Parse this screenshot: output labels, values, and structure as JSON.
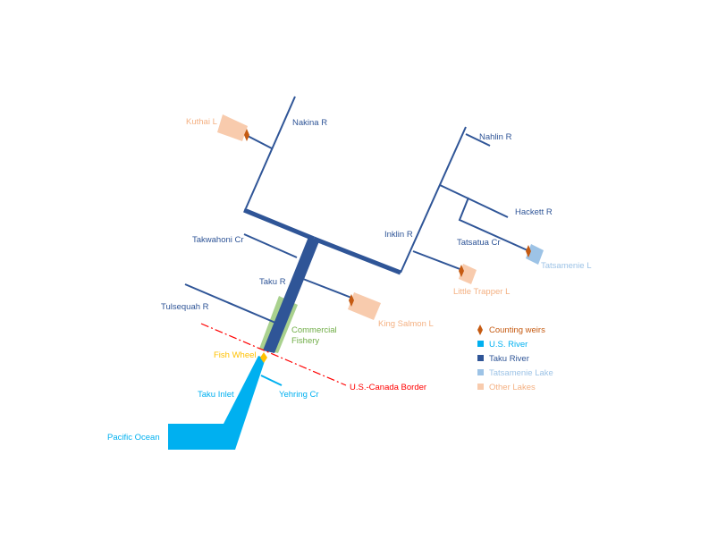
{
  "colors": {
    "taku_river": "#2f5597",
    "us_river": "#00b0f0",
    "tatsamenie_lake": "#9dc3e6",
    "other_lakes": "#f8cbad",
    "weir": "#c55a11",
    "fishery": "#a9d18e",
    "fishery_text": "#70ad47",
    "fish_wheel": "#ffc000",
    "border": "#ff0000"
  },
  "labels": {
    "nakina": "Nakina R",
    "kuthai": "Kuthai L",
    "nahlin": "Nahlin R",
    "hackett": "Hackett R",
    "inklin": "Inklin R",
    "tatsatua": "Tatsatua Cr",
    "tatsamenie": "Tatsamenie L",
    "little_trapper": "Little Trapper L",
    "takwahoni": "Takwahoni Cr",
    "taku": "Taku R",
    "tulsequah": "Tulsequah R",
    "king_salmon": "King Salmon L",
    "fishery_1": "Commercial",
    "fishery_2": "Fishery",
    "fish_wheel": "Fish Wheel",
    "border": "U.S.-Canada Border",
    "taku_inlet": "Taku Inlet",
    "yehring": "Yehring Cr",
    "pacific": "Pacific Ocean"
  },
  "legend": {
    "items": [
      {
        "label": "Counting weirs",
        "swatch": "weir"
      },
      {
        "label": "U.S. River",
        "swatch": "us_river"
      },
      {
        "label": "Taku River",
        "swatch": "taku_river"
      },
      {
        "label": "Tatsamenie Lake",
        "swatch": "tatsamenie_lake"
      },
      {
        "label": "Other Lakes",
        "swatch": "other_lakes"
      }
    ]
  }
}
